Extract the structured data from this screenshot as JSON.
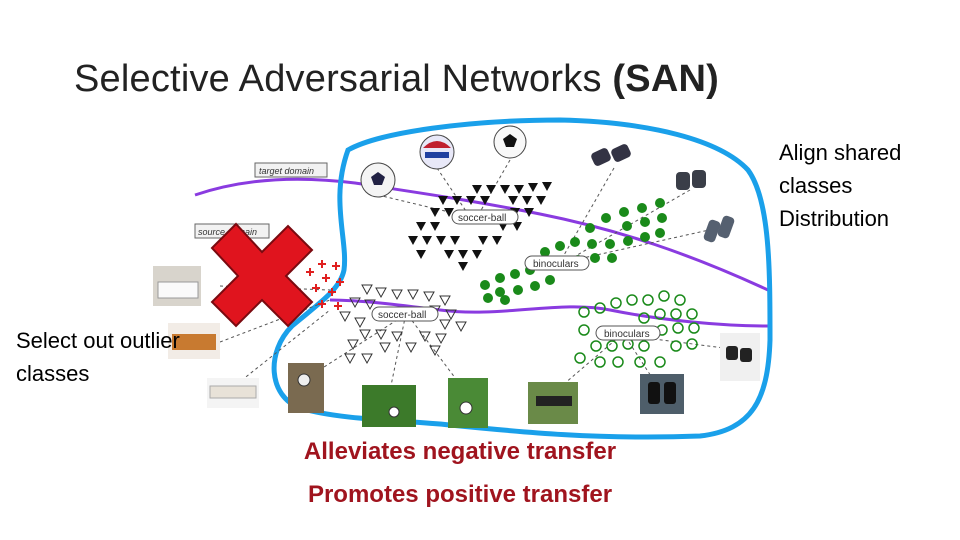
{
  "title": {
    "main": "Selective Adversarial Networks",
    "abbr": "(SAN)"
  },
  "right_note": "Align shared classes Distribution",
  "left_note": "Select out outlier classes",
  "bottom_lines": [
    "Alleviates negative transfer",
    "Promotes positive transfer"
  ],
  "domain_tags": {
    "target": "target domain",
    "source": "source domain"
  },
  "class_labels": {
    "target_soccer": "soccer-ball",
    "target_binoculars": "binoculars",
    "source_soccer": "soccer-ball",
    "source_binoculars": "binoculars"
  },
  "colors": {
    "title": "#222222",
    "bottom_text": "#a0141e",
    "boundary_line": "#8a3be0",
    "highlight_outline": "#1aa0ea",
    "cross": "#e0141e",
    "filled_dots": "#1a8a1a",
    "outlier_plus": "#e02020"
  },
  "icons": [
    "soccer-ball-icon",
    "binoculars-icon",
    "sofa-icon",
    "cross-icon"
  ]
}
